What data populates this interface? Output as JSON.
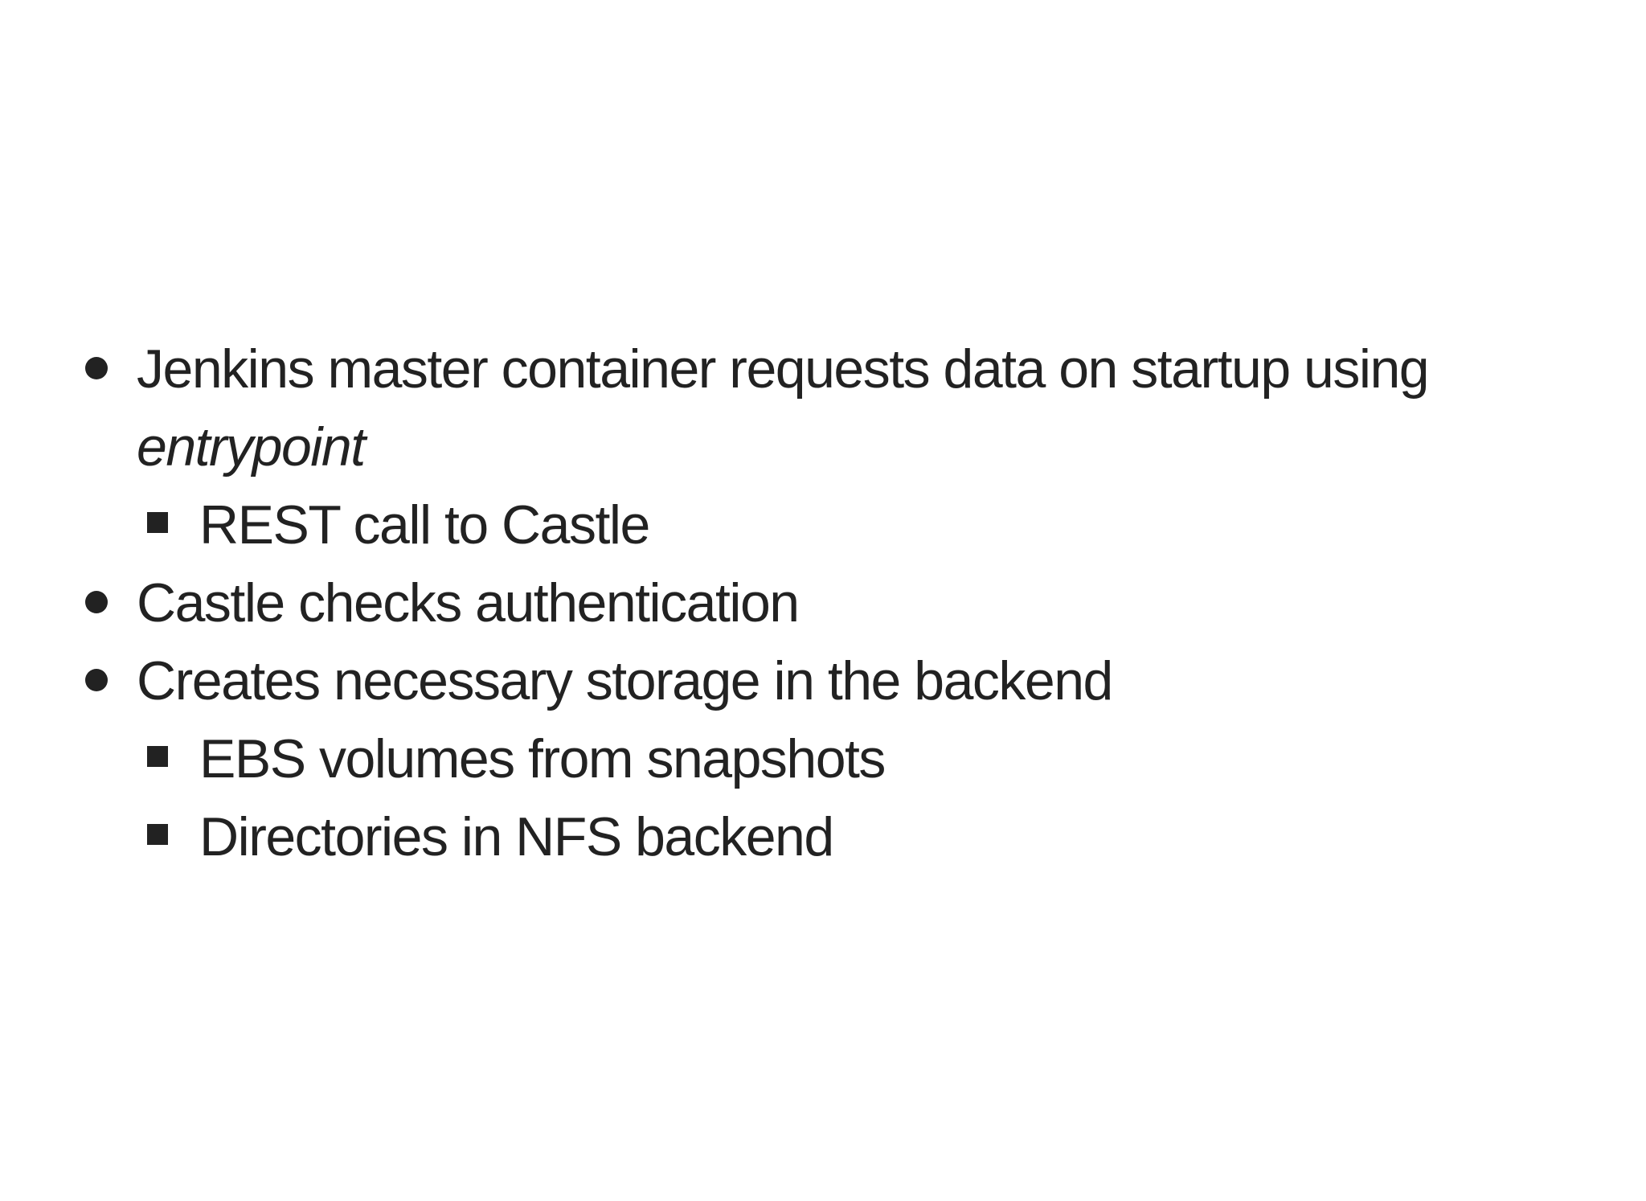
{
  "page": {
    "background": "#ffffff",
    "text_color": "#222222",
    "bullet_color": "#222222"
  },
  "slide": {
    "bullets": [
      {
        "level": 1,
        "text": "Jenkins master container requests data on startup using",
        "emphasis": "entrypoint"
      },
      {
        "level": 2,
        "text": "REST call to Castle"
      },
      {
        "level": 1,
        "text": "Castle checks authentication"
      },
      {
        "level": 1,
        "text": "Creates necessary storage in the backend"
      },
      {
        "level": 2,
        "text": "EBS volumes from snapshots"
      },
      {
        "level": 2,
        "text": "Directories in NFS backend"
      }
    ]
  }
}
